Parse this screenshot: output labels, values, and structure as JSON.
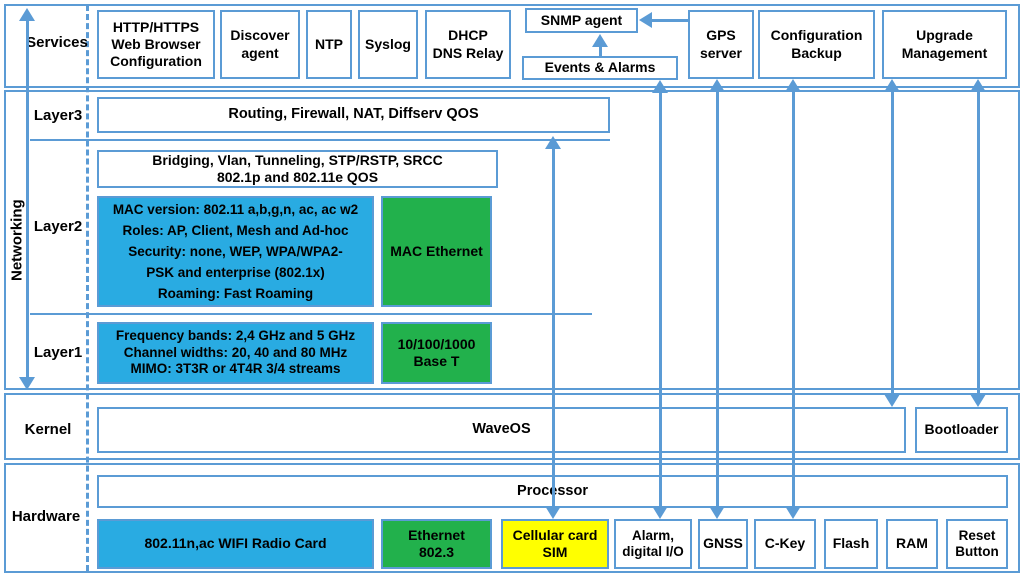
{
  "colors": {
    "line_blue": "#5b9bd5",
    "wifi_cyan": "#29abe2",
    "ethernet_green": "#22b14c",
    "cellular_yellow": "#ffff00"
  },
  "row_labels": {
    "services": "Services",
    "networking": "Networking",
    "layer3": "Layer3",
    "layer2": "Layer2",
    "layer1": "Layer1",
    "kernel": "Kernel",
    "hardware": "Hardware"
  },
  "services": {
    "http": "HTTP/HTTPS\nWeb Browser\nConfiguration",
    "discover": "Discover\nagent",
    "ntp": "NTP",
    "syslog": "Syslog",
    "dhcp": "DHCP\nDNS Relay",
    "snmp": "SNMP agent",
    "events": "Events & Alarms",
    "gps": "GPS\nserver",
    "config_backup": "Configuration\nBackup",
    "upgrade": "Upgrade\nManagement"
  },
  "networking": {
    "layer3_features": "Routing, Firewall, NAT, Diffserv QOS",
    "layer2_features": "Bridging, Vlan, Tunneling, STP/RSTP, SRCC\n802.1p and 802.11e QOS",
    "layer2_wifi": "MAC version: 802.11 a,b,g,n, ac, ac w2\nRoles: AP, Client, Mesh and Ad-hoc\nSecurity: none, WEP, WPA/WPA2-\nPSK and enterprise (802.1x)\nRoaming: Fast Roaming",
    "layer2_ethernet": "MAC Ethernet",
    "layer1_wifi": "Frequency bands: 2,4 GHz and 5 GHz\nChannel widths: 20, 40 and 80 MHz\nMIMO: 3T3R or 4T4R 3/4 streams",
    "layer1_ethernet": "10/100/1000\nBase T"
  },
  "kernel": {
    "os": "WaveOS",
    "bootloader": "Bootloader"
  },
  "hardware": {
    "processor": "Processor",
    "wifi_card": "802.11n,ac WIFI Radio Card",
    "ethernet_card": "Ethernet\n802.3",
    "cellular_card": "Cellular card\nSIM",
    "alarm_io": "Alarm,\ndigital I/O",
    "gnss": "GNSS",
    "c_key": "C-Key",
    "flash": "Flash",
    "ram": "RAM",
    "reset_button": "Reset\nButton"
  }
}
